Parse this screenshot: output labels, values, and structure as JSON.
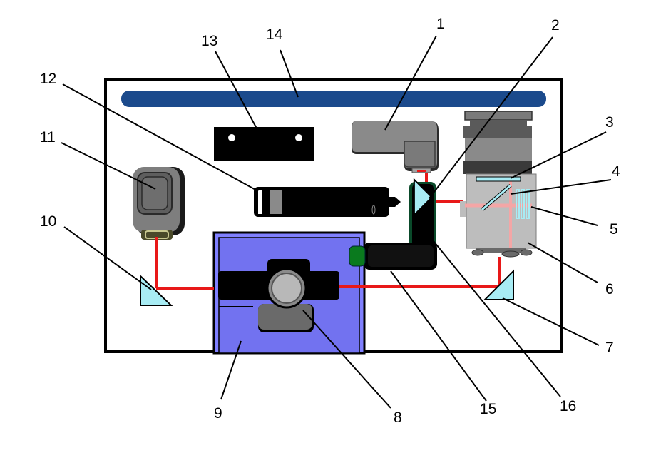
{
  "callouts": [
    {
      "id": "c1",
      "label": "1"
    },
    {
      "id": "c2",
      "label": "2"
    },
    {
      "id": "c3",
      "label": "3"
    },
    {
      "id": "c4",
      "label": "4"
    },
    {
      "id": "c5",
      "label": "5"
    },
    {
      "id": "c6",
      "label": "6"
    },
    {
      "id": "c7",
      "label": "7"
    },
    {
      "id": "c8",
      "label": "8"
    },
    {
      "id": "c9",
      "label": "9"
    },
    {
      "id": "c10",
      "label": "10"
    },
    {
      "id": "c11",
      "label": "11"
    },
    {
      "id": "c12",
      "label": "12"
    },
    {
      "id": "c13",
      "label": "13"
    },
    {
      "id": "c14",
      "label": "14"
    },
    {
      "id": "c15",
      "label": "15"
    },
    {
      "id": "c16",
      "label": "16"
    }
  ],
  "colors": {
    "beam": "#e81818",
    "beam_faint": "#f4a6a6",
    "mirror": "#a8ecf4",
    "rail": "#1b4a8c",
    "stage": "#8080ff",
    "component_gray": "#8a8a8a",
    "dark_gray": "#555555",
    "black": "#000000",
    "nozzle_green": "#0a7a1e"
  }
}
